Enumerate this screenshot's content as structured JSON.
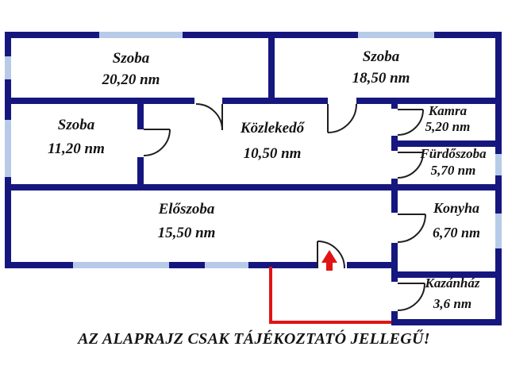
{
  "plan": {
    "type": "floor-plan",
    "rooms": [
      {
        "id": "szoba-2020",
        "name": "Szoba",
        "area": "20,20 nm"
      },
      {
        "id": "szoba-1850",
        "name": "Szoba",
        "area": "18,50 nm"
      },
      {
        "id": "szoba-1120",
        "name": "Szoba",
        "area": "11,20 nm"
      },
      {
        "id": "kozlekedo",
        "name": "Közlekedő",
        "area": "10,50 nm"
      },
      {
        "id": "kamra",
        "name": "Kamra",
        "area": "5,20 nm"
      },
      {
        "id": "furdoszoba",
        "name": "Fürdőszoba",
        "area": "5,70 nm"
      },
      {
        "id": "eloszoba",
        "name": "Előszoba",
        "area": "15,50 nm"
      },
      {
        "id": "konyha",
        "name": "Konyha",
        "area": "6,70 nm"
      },
      {
        "id": "kazanhaz",
        "name": "Kazánház",
        "area": "3,6 nm"
      }
    ],
    "disclaimer": "AZ ALAPRAJZ CSAK TÁJÉKOZTATÓ JELLEGŰ!",
    "colors": {
      "wall": "#16167f",
      "window": "#b7cbe8",
      "door_line": "#1f1f1f",
      "marked_outline": "#e01414",
      "text": "#141414",
      "background": "#ffffff"
    }
  }
}
